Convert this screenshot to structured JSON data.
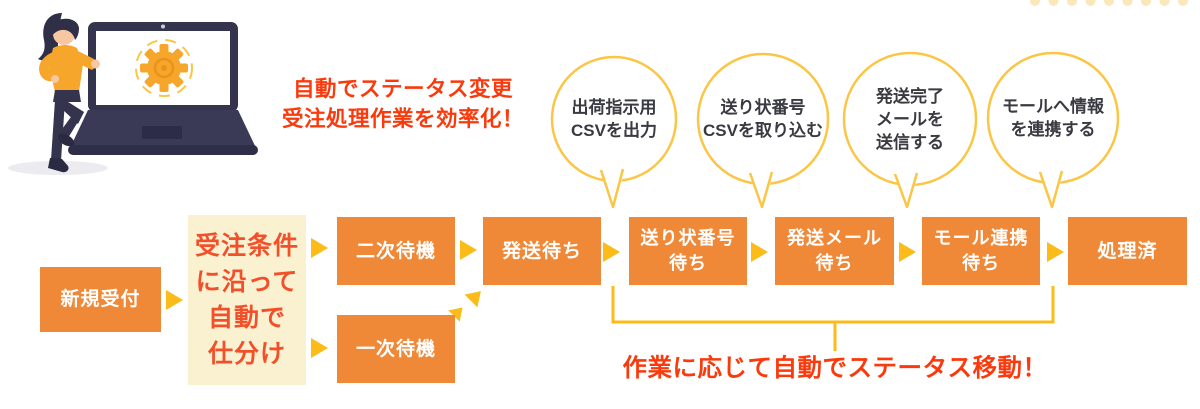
{
  "headline": {
    "text": "自動でステータス変更\n受注処理作業を効率化！"
  },
  "callouts": [
    {
      "label": "出荷指示用\nCSVを出力"
    },
    {
      "label": "送り状番号\nCSVを取り込む"
    },
    {
      "label": "発送完了\nメールを\n送信する"
    },
    {
      "label": "モールへ情報\nを連携する"
    }
  ],
  "statuses": {
    "new": "新規受付",
    "sorting": "受注条件\nに沿って\n自動で\n仕分け",
    "secondary_wait": "二次待機",
    "primary_wait": "一次待機",
    "shipping_wait": "発送待ち",
    "invoice_wait": "送り状番号\n待ち",
    "mail_wait": "発送メール\n待ち",
    "mall_wait": "モール連携\n待ち",
    "processed": "処理済"
  },
  "footnote": {
    "text": "作業に応じて自動でステータス移動！"
  },
  "colors": {
    "status_box_orange": "#EF8938",
    "sort_box_cream": "#FAF1D1",
    "accent_red": "#FA3A0C",
    "arrow_gold": "#FBBB18",
    "callout_outline_gold": "#FBC545",
    "illustration_navy": "#34344E"
  }
}
